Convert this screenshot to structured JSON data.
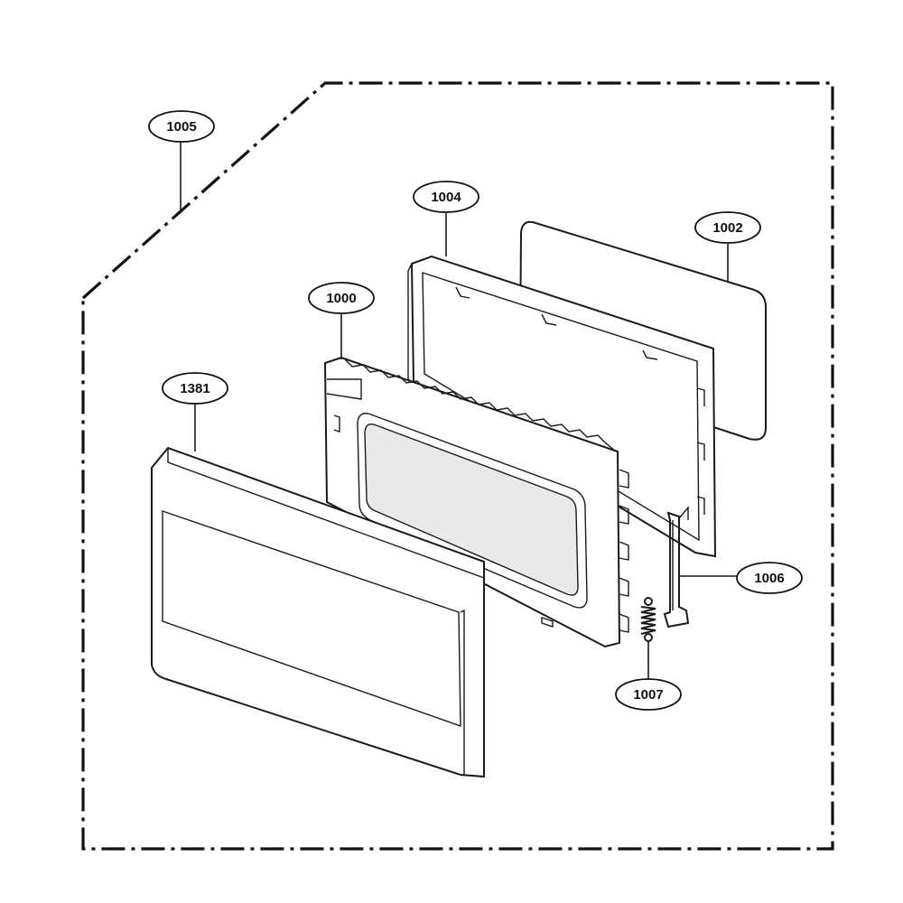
{
  "diagram": {
    "callouts": [
      {
        "id": "c1005",
        "label": "1005"
      },
      {
        "id": "c1004",
        "label": "1004"
      },
      {
        "id": "c1002",
        "label": "1002"
      },
      {
        "id": "c1000",
        "label": "1000"
      },
      {
        "id": "c1381",
        "label": "1381"
      },
      {
        "id": "c1006",
        "label": "1006"
      },
      {
        "id": "c1007",
        "label": "1007"
      }
    ]
  }
}
